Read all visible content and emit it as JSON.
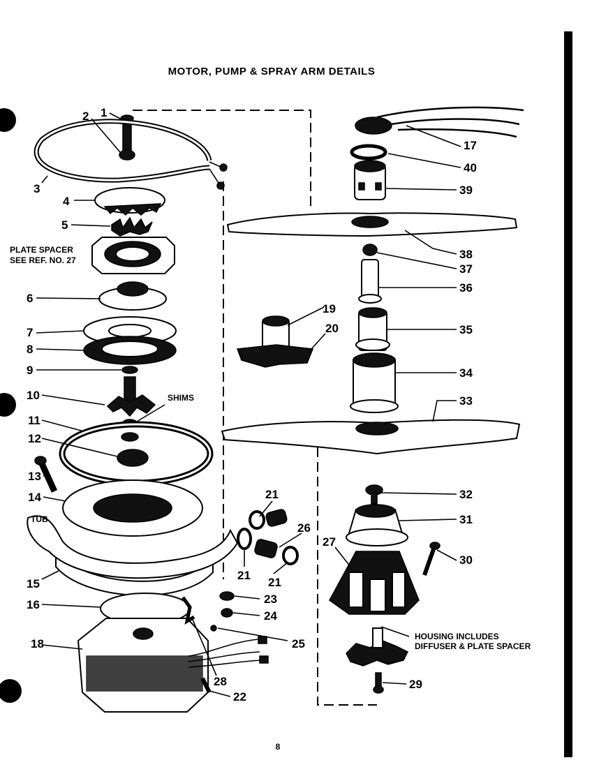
{
  "title": "MOTOR, PUMP & SPRAY ARM DETAILS",
  "page_number": "8",
  "callouts": [
    "1",
    "2",
    "3",
    "4",
    "5",
    "6",
    "7",
    "8",
    "9",
    "10",
    "11",
    "12",
    "13",
    "14",
    "15",
    "16",
    "17",
    "18",
    "19",
    "20",
    "21",
    "21",
    "21",
    "22",
    "23",
    "24",
    "25",
    "26",
    "27",
    "28",
    "29",
    "30",
    "31",
    "32",
    "33",
    "34",
    "35",
    "36",
    "37",
    "38",
    "39",
    "40"
  ],
  "notes": {
    "plate_spacer_line1": "PLATE SPACER",
    "plate_spacer_line2": "SEE REF. NO. 27",
    "shims": "SHIMS",
    "tub": "TUB",
    "housing_line1": "HOUSING INCLUDES",
    "housing_line2": "DIFFUSER & PLATE SPACER"
  }
}
